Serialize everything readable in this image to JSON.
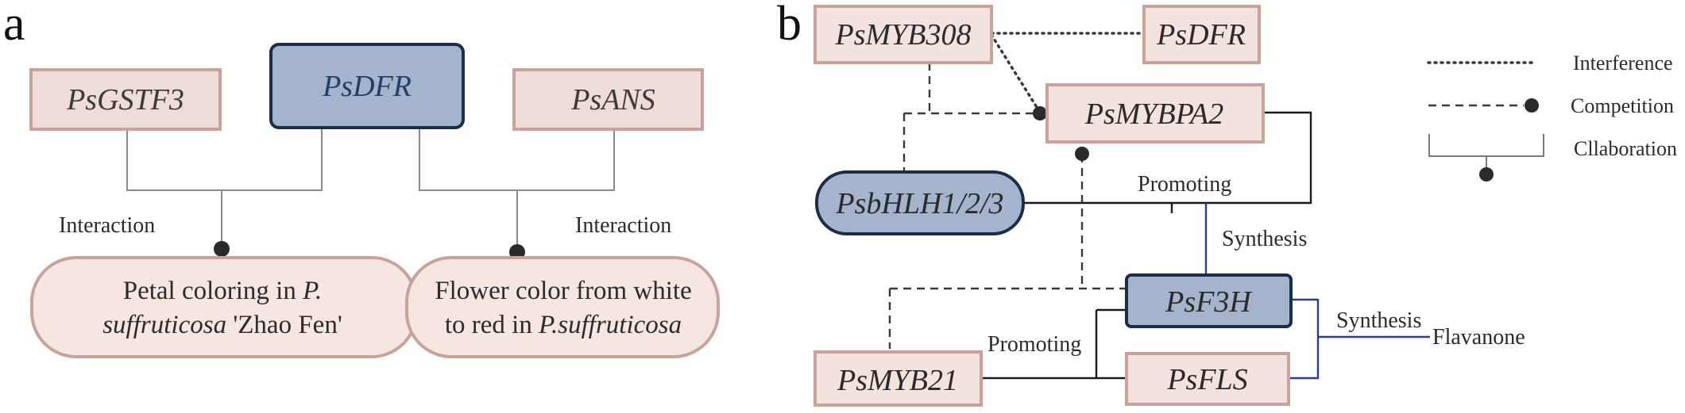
{
  "panel_a": {
    "letter": "a",
    "genes": {
      "gstf3": "PsGSTF3",
      "dfr": "PsDFR",
      "ans": "PsANS"
    },
    "interaction_left": "Interaction",
    "interaction_right": "Interaction",
    "outcome_left": {
      "line1_pre": "Petal coloring in ",
      "line1_ital": "P.",
      "line2_ital": "suffruticosa",
      "line2_post": " 'Zhao Fen'"
    },
    "outcome_right": {
      "line1": "Flower color from white",
      "line2_pre": "to red in ",
      "line2_ital": "P.suffruticosa"
    }
  },
  "panel_b": {
    "letter": "b",
    "genes": {
      "myb308": "PsMYB308",
      "dfr": "PsDFR",
      "mybpa2": "PsMYBPA2",
      "bhlh": "PsbHLH1/2/3",
      "f3h": "PsF3H",
      "myb21": "PsMYB21",
      "fls": "PsFLS"
    },
    "labels": {
      "promoting_top": "Promoting",
      "synthesis_mid": "Synthesis",
      "synthesis_right": "Synthesis",
      "flavanone": "Flavanone",
      "promoting_bottom": "Promoting"
    }
  },
  "legend": {
    "interference": "Interference",
    "competition": "Competition",
    "collaboration": "Cllaboration"
  },
  "colors": {
    "pink_fill": "#eddcd8",
    "pink_stroke": "#c9a39b",
    "blue_fill": "#a5b4cd",
    "blue_stroke": "#1b2d47",
    "blue_line": "#2c3f8c"
  }
}
